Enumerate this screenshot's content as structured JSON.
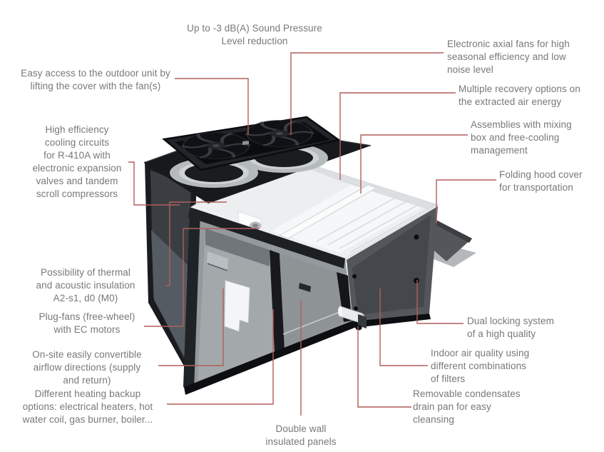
{
  "colors": {
    "background": "#ffffff",
    "label_text": "#77787a",
    "leader_line": "#b05f5b"
  },
  "labels": {
    "sound_pressure": "Up to -3 dB(A) Sound Pressure\nLevel reduction",
    "easy_access": "Easy access to the outdoor unit by\nlifting the cover with the fan(s)",
    "high_efficiency": "High efficiency\ncooling circuits\nfor R-410A with\nelectronic expansion\nvalves and tandem\nscroll compressors",
    "thermal_insulation": "Possibility of thermal\nand acoustic insulation\nA2-s1, d0 (M0)",
    "plug_fans": "Plug-fans (free-wheel)\nwith EC motors",
    "airflow": "On-site easily convertible\nairflow directions (supply\nand return)",
    "heating_backup": "Different heating backup\noptions: electrical heaters, hot\nwater coil, gas burner, boiler...",
    "double_wall": "Double wall\ninsulated panels",
    "axial_fans": "Electronic axial fans for high\nseasonal efficiency and low\nnoise level",
    "recovery": "Multiple recovery options on\nthe extracted air energy",
    "assemblies": "Assemblies with mixing\nbox and free-cooling\nmanagement",
    "folding_hood": "Folding hood cover\nfor transportation",
    "dual_locking": "Dual locking system\nof a high quality",
    "indoor_air": "Indoor air quality using\ndifferent combinations\nof filters",
    "condensates": "Removable condensates\ndrain pan for easy\ncleansing"
  },
  "figure": {
    "name": "rooftop-hvac-unit-3d-render",
    "parts": [
      "lifted-fan-tray-cover",
      "axial-fans",
      "fan-shrouds",
      "condenser-glass-panel",
      "open-white-interior",
      "front-access-panels",
      "white-access-cutout",
      "folding-hood",
      "drain-pan-fitting",
      "locking-knobs"
    ]
  }
}
